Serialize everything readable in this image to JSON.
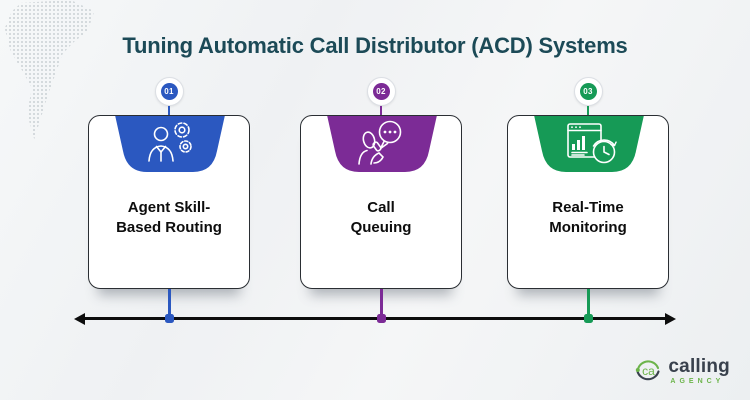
{
  "title": "Tuning Automatic Call Distributor (ACD) Systems",
  "steps": [
    {
      "number": "01",
      "label_line1": "Agent Skill-",
      "label_line2": "Based Routing",
      "color": "#2b58c0",
      "icon": "agent-skill-gears-icon"
    },
    {
      "number": "02",
      "label_line1": "Call",
      "label_line2": "Queuing",
      "color": "#7c2b96",
      "icon": "call-queue-chat-icon"
    },
    {
      "number": "03",
      "label_line1": "Real-Time",
      "label_line2": "Monitoring",
      "color": "#169a56",
      "icon": "realtime-dashboard-clock-icon"
    }
  ],
  "timeline": {
    "line_color": "#0d0d0d",
    "dot_colors": [
      "#2b58c0",
      "#7c2b96",
      "#169a56"
    ]
  },
  "logo": {
    "monogram": "ca",
    "name": "calling",
    "subtitle": "AGENCY",
    "green": "#6cb44a",
    "dark": "#39414d"
  },
  "colors": {
    "background": "#f0f2f3",
    "title_text": "#1c4a57",
    "card_border": "#2a2e33"
  }
}
